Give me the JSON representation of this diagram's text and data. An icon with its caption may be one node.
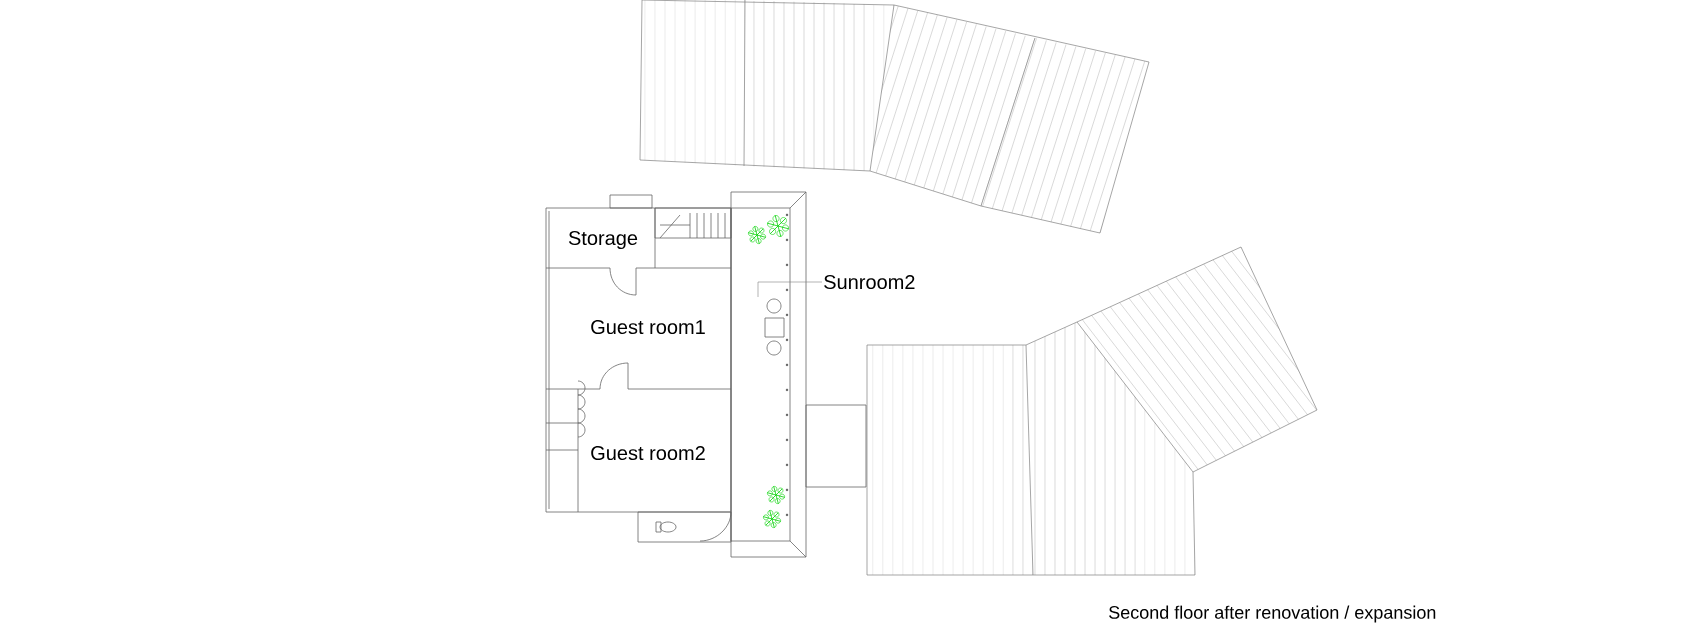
{
  "diagram": {
    "caption": "Second floor after renovation /  expansion",
    "nodes": [
      {
        "text": [
          "Sunroom2"
        ]
      },
      {
        "text": [],
        "shape": "box"
      }
    ],
    "edges": [
      {
        "from": 0,
        "to": 1,
        "arrow": "none"
      }
    ],
    "labels": [
      "Storage",
      "Guest room1",
      "Guest room2"
    ]
  }
}
